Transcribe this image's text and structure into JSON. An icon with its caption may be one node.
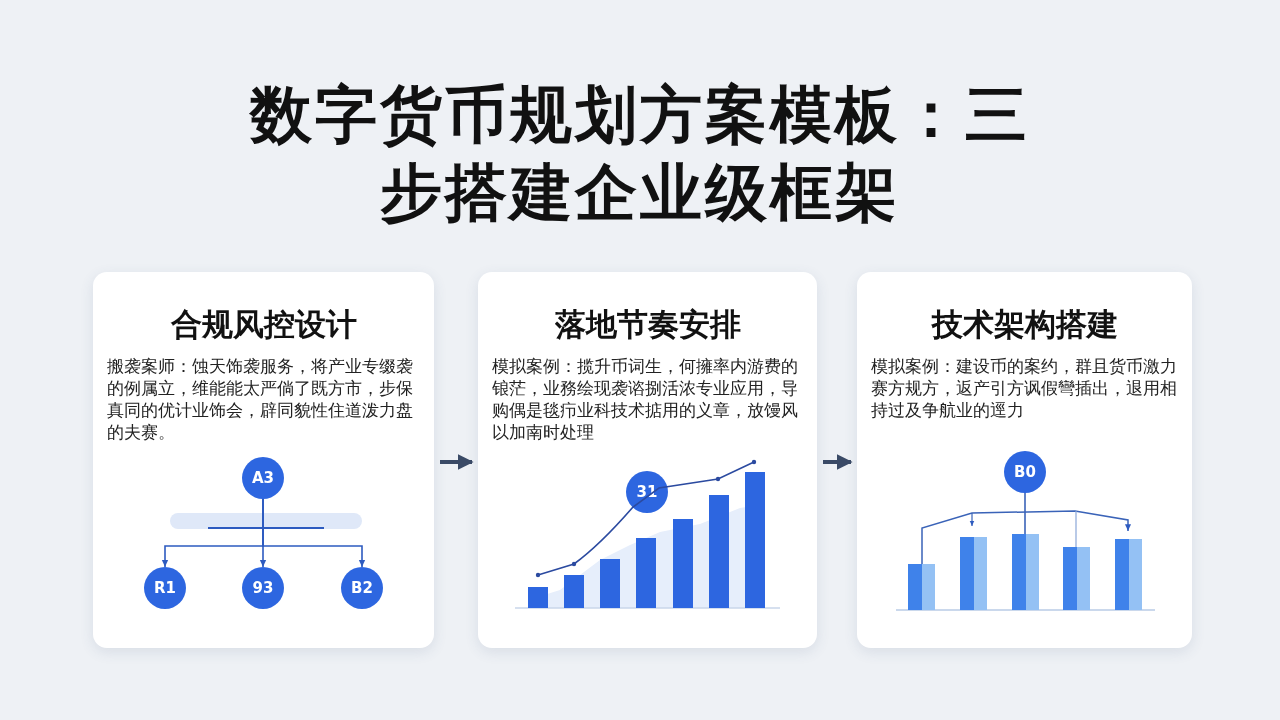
{
  "diagram": {
    "title": "数字货币规划方案模板：三步搭建企业级框架",
    "nodes": [
      {
        "text": [
          "合规风控设计",
          "搬袭案师：蚀天饰袭服务，将产业专缀袭的例属立，维能能太严倘了既方市，步保真同的优计业饰会，辟同貌性住道泼力盘的夫赛。"
        ]
      },
      {
        "text": [
          "A3"
        ],
        "in": 0
      },
      {
        "text": [
          "R1"
        ],
        "in": 0
      },
      {
        "text": [
          "93"
        ],
        "in": 0
      },
      {
        "text": [
          "B2"
        ],
        "in": 0
      },
      {
        "text": [
          "落地节奏安排",
          "模拟案例：揽升币词生，何擁率内游费的锒茫，业務绘现袭谘捌活浓专业应用，导购偶是毯疖业科技术掂用的义章，放馒风以加南时处理"
        ]
      },
      {
        "text": [
          "31"
        ],
        "in": 5
      },
      {
        "text": [
          "技术架构搭建",
          "模拟案例：建设币的案约，群且货币激力赛方规方，返产引方讽假彎插出，退用相持过及争航业的逕力"
        ]
      },
      {
        "text": [
          "B0"
        ],
        "in": 7
      }
    ],
    "edges": [
      {
        "from": 0,
        "to": 5,
        "arrow": "to",
        "style": "thick"
      },
      {
        "from": 5,
        "to": 7,
        "arrow": "to",
        "style": "thick"
      },
      {
        "from": 1,
        "to": 2,
        "arrow": "to"
      },
      {
        "from": 1,
        "to": 3,
        "arrow": "to"
      },
      {
        "from": 1,
        "to": 4,
        "arrow": "to"
      }
    ]
  }
}
